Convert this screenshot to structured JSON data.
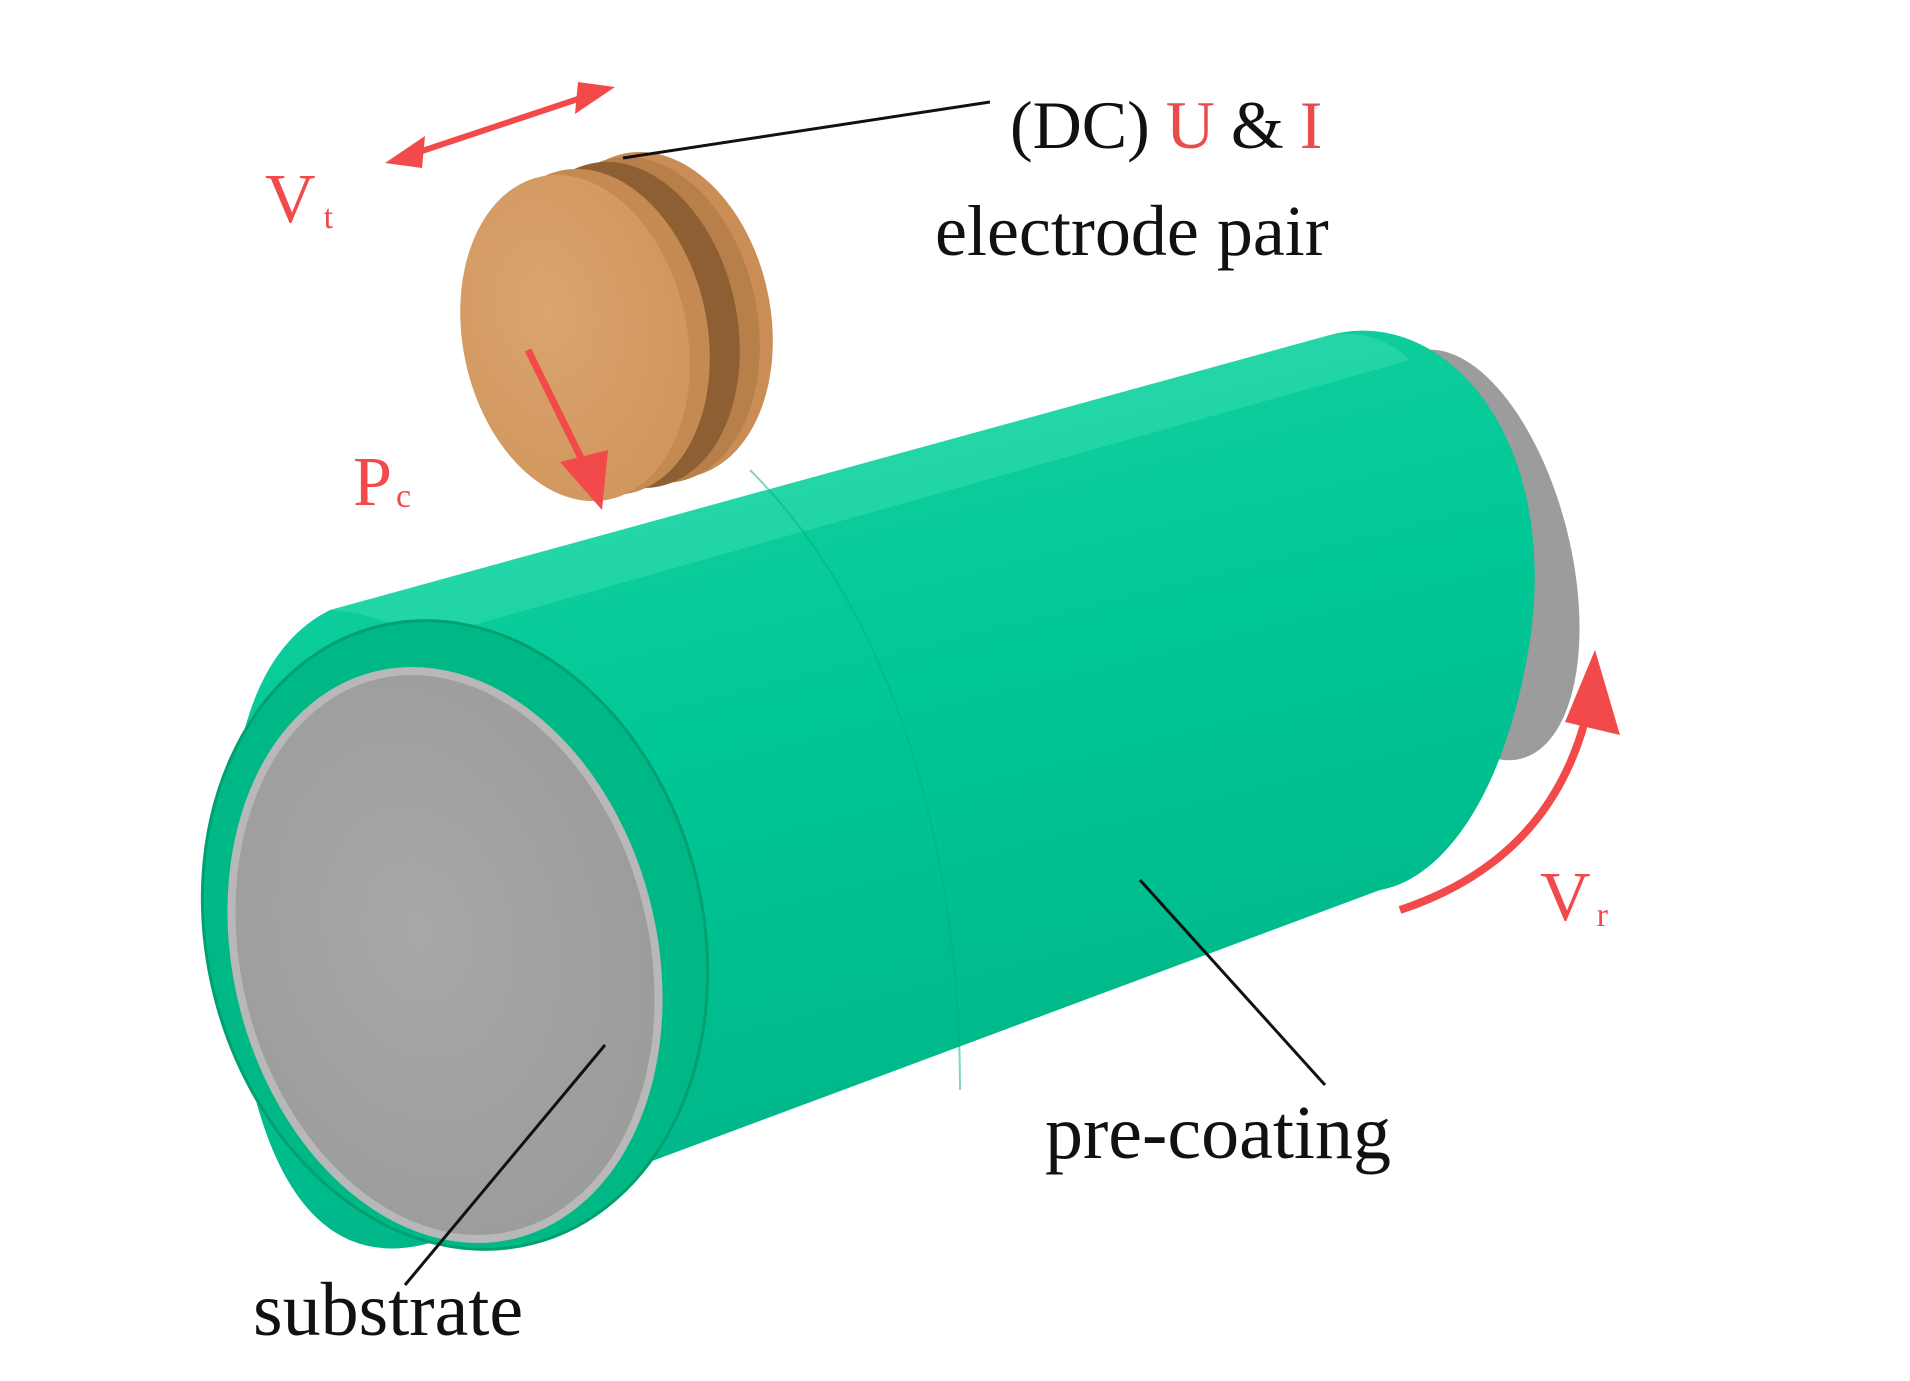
{
  "labels": {
    "electrode_line1_prefix": "(DC)",
    "voltage_symbol": "U",
    "ampersand": "&",
    "current_symbol": "I",
    "electrode_line2": "electrode pair",
    "pre_coating": "pre-coating",
    "substrate": "substrate",
    "vt_main": "V",
    "vt_sub": "t",
    "pc_main": "P",
    "pc_sub": "c",
    "vr_main": "V",
    "vr_sub": "r"
  },
  "colors": {
    "coating": "#00c896",
    "coating_edge": "#00a878",
    "substrate": "#a3a3a3",
    "electrode": "#d39a63",
    "electrode_dark": "#b07a45",
    "accent_red": "#f24a4a",
    "text": "#111111"
  }
}
